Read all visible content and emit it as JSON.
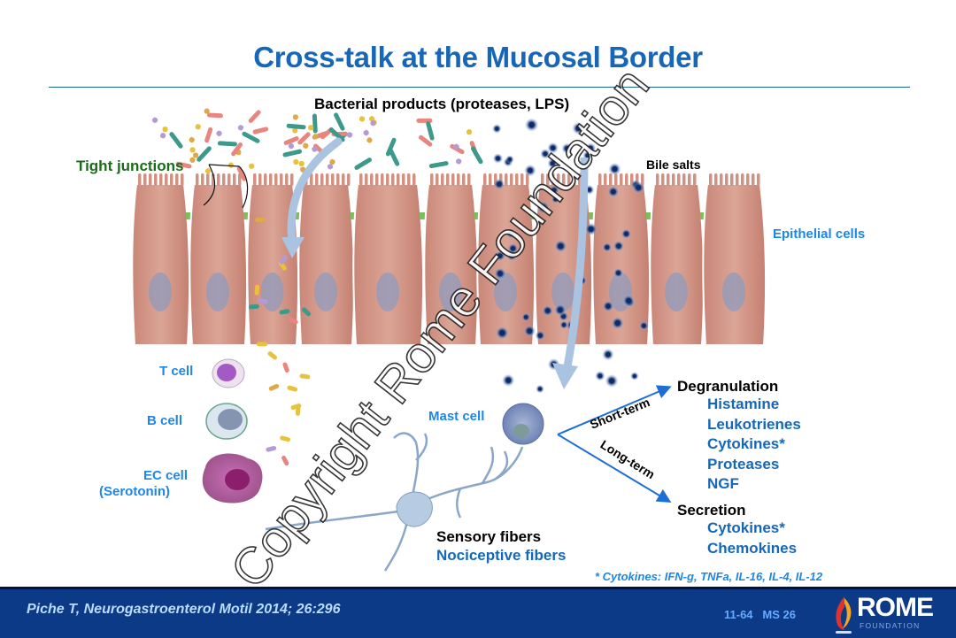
{
  "slide": {
    "title": "Cross-talk at the Mucosal Border"
  },
  "diagram": {
    "labels": {
      "bacterial_products": "Bacterial products (proteases, LPS)",
      "tight_junctions": "Tight junctions",
      "bile_salts": "Bile salts",
      "epithelial_cells": "Epithelial cells",
      "t_cell": "T cell",
      "b_cell": "B cell",
      "ec_cell": "EC cell",
      "ec_cell_sub": "(Serotonin)",
      "mast_cell": "Mast cell",
      "short_term": "Short-term",
      "long_term": "Long-term",
      "sensory_fibers": "Sensory fibers",
      "nociceptive_fibers": "Nociceptive fibers"
    },
    "degranulation": {
      "heading": "Degranulation",
      "items": [
        "Histamine",
        "Leukotrienes",
        "Cytokines*",
        "Proteases",
        "NGF"
      ]
    },
    "secretion": {
      "heading": "Secretion",
      "items": [
        "Cytokines*",
        "Chemokines"
      ]
    },
    "footnote": "* Cytokines: IFN-g, TNFa, IL-16, IL-4, IL-12",
    "watermark": "Copyright Rome Foundation",
    "colors": {
      "title_blue": "#1767b8",
      "label_blue": "#1d86e6",
      "tight_junction_green": "#1a6b1a",
      "epithelium": "#d59a8d",
      "nucleus": "#8f9bbd",
      "arrow": "#a9c3e0"
    }
  },
  "footer": {
    "citation": "Piche T, Neurogastroenterol Motil 2014; 26:296",
    "slide_code": "11-64   MS 26",
    "logo_text": "ROME",
    "logo_subtext": "FOUNDATION"
  }
}
